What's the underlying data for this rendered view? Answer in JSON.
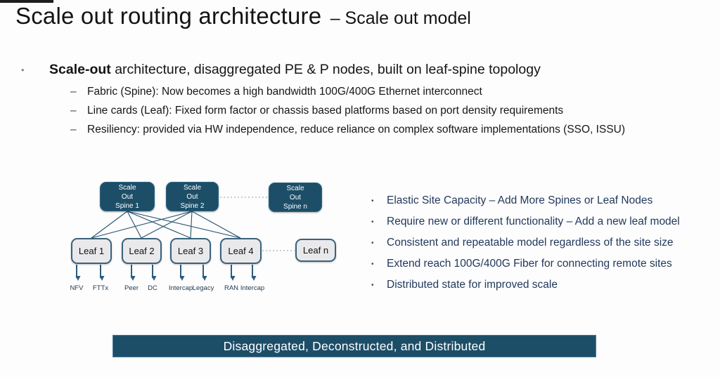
{
  "header": {
    "title": "Scale out routing architecture",
    "subtitle": "– Scale out model"
  },
  "content": {
    "bullet_marker": "•",
    "dash_marker": "–",
    "main_bullet": {
      "bold": "Scale-out",
      "rest": " architecture, disaggregated PE & P nodes, built on leaf-spine topology"
    },
    "sub_bullets": [
      "Fabric (Spine): Now becomes a high bandwidth 100G/400G Ethernet interconnect",
      "Line cards (Leaf): Fixed form factor or chassis based platforms based on port density requirements",
      "Resiliency: provided via HW independence, reduce reliance on complex software implementations (SSO, ISSU)"
    ]
  },
  "diagram": {
    "spines": [
      "Scale\nOut\nSpine 1",
      "Scale\nOut\nSpine 2",
      "Scale\nOut\nSpine n"
    ],
    "leaves": [
      "Leaf 1",
      "Leaf 2",
      "Leaf 3",
      "Leaf 4",
      "Leaf n"
    ],
    "endpoints": [
      "NFV",
      "FTTx",
      "Peer",
      "DC",
      "Intercap",
      "Legacy",
      "RAN",
      "Intercap"
    ]
  },
  "right_panel": {
    "bullets": [
      "Elastic Site Capacity – Add More Spines or Leaf Nodes",
      "Require new or different functionality – Add a new leaf model",
      "Consistent and repeatable model regardless of the site size",
      "Extend reach 100G/400G Fiber for connecting remote sites",
      "Distributed state for improved scale"
    ]
  },
  "banner": {
    "text": "Disaggregated, Deconstructed, and Distributed"
  },
  "colors": {
    "spine_fill": "#1d4e68",
    "leaf_fill": "#e9e9ec",
    "leaf_border": "#3a627c",
    "connector_line": "#27536f",
    "arrow": "#2b5d7e",
    "dotted_connector": "#aebfcb",
    "right_bullet_text": "#21395c",
    "banner_fill": "#1d4e68",
    "banner_text": "#ffffff"
  }
}
